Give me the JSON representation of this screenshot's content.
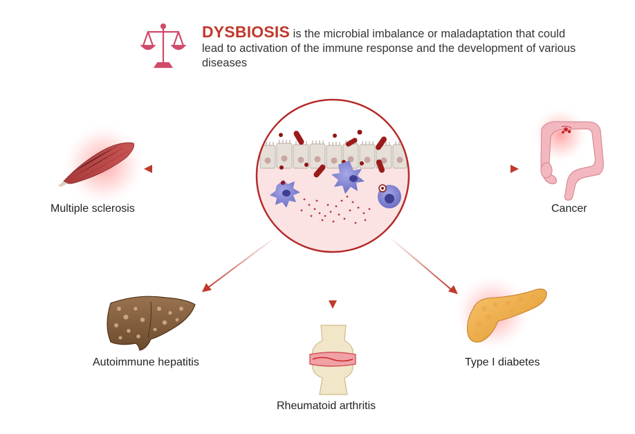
{
  "header": {
    "keyword": "DYSBIOSIS",
    "description": "is the microbial imbalance or maladaptation that could lead to activation of the immune response and the development of various diseases"
  },
  "labels": {
    "multiple_sclerosis": "Multiple sclerosis",
    "cancer": "Cancer",
    "autoimmune_hepatitis": "Autoimmune hepatitis",
    "rheumatoid_arthritis": "Rheumatoid arthritis",
    "type1_diabetes": "Type I diabetes"
  },
  "icons": {
    "header": "balance-scale-icon",
    "center": "gut-epithelium-icon",
    "muscle": "muscle-icon",
    "colon": "colon-icon",
    "liver": "liver-icon",
    "joint": "knee-joint-icon",
    "pancreas": "pancreas-icon"
  },
  "colors": {
    "accent": "#c0392b",
    "arrow": "#c0392b",
    "scale": "#d04a6a"
  }
}
